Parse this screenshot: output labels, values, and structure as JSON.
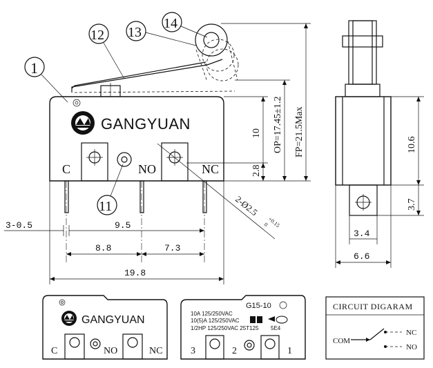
{
  "brand": {
    "name": "GANGYUAN"
  },
  "callouts": {
    "c1": "1",
    "c11": "11",
    "c12": "12",
    "c13": "13",
    "c14": "14"
  },
  "terminals": {
    "c": "C",
    "no": "NO",
    "nc": "NC"
  },
  "dims": {
    "h10": "10",
    "h2_8": "2.8",
    "op": "OP=17.45±1.2",
    "fp": "FP=21.5Max",
    "hole_main": "2-Ø2.5",
    "hole_tol_plus": "+0.15",
    "hole_tol_minus": "0",
    "pin_w": "3-0.5",
    "pitch_9_5": "9.5",
    "pitch_8_8": "8.8",
    "pitch_7_3": "7.3",
    "width_19_8": "19.8",
    "side_10_6": "10.6",
    "side_3_7": "3.7",
    "side_3_4": "3.4",
    "side_6_6": "6.6"
  },
  "back_label": {
    "model": "G15-10",
    "rating1": "10A 125/250VAC",
    "rating2": "10(5)A 125/250VAC",
    "rating3": "1/2HP 125/250VAC 25T125",
    "rating3_suffix": "5E4",
    "pin3": "3",
    "pin2": "2",
    "pin1": "1"
  },
  "circuit": {
    "title": "CIRCUIT DIGARAM",
    "com": "COM",
    "nc": "NC",
    "no": "NO"
  }
}
